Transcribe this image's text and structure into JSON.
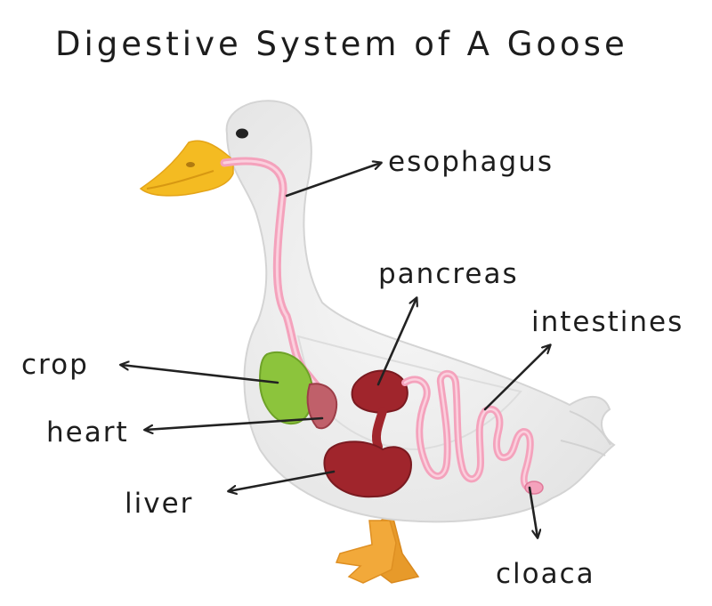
{
  "title": "Digestive System of A Goose",
  "labels": {
    "esophagus": "esophagus",
    "pancreas": "pancreas",
    "intestines": "intestines",
    "crop": "crop",
    "heart": "heart",
    "liver": "liver",
    "cloaca": "cloaca"
  },
  "colors": {
    "goose_body": "#efefef",
    "goose_outline": "#d8d8d8",
    "beak": "#f3b81e",
    "feet": "#f0a030",
    "digestive_tract": "#f4a2bc",
    "crop": "#8cc43c",
    "organ_dark_red": "#a0252c",
    "heart": "#c0606a",
    "text": "#1d1d1d"
  }
}
